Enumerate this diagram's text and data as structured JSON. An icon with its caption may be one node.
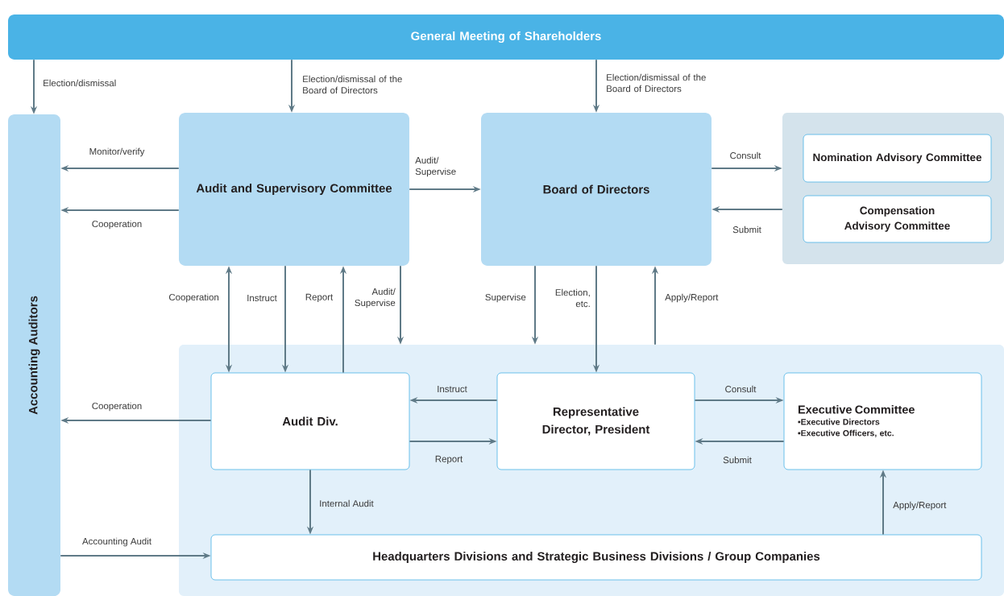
{
  "diagram": {
    "nodes": [
      {
        "text": [
          "General Meeting of Shareholders"
        ]
      },
      {
        "text": [
          "Accounting Auditors"
        ]
      },
      {
        "text": [
          "Audit and Supervisory Committee"
        ]
      },
      {
        "text": [
          "Board of Directors"
        ]
      },
      {
        "text": [],
        "shape": "box"
      },
      {
        "text": [
          "Nomination Advisory Committee"
        ],
        "in": 4
      },
      {
        "text": [
          "Compensation Advisory Committee"
        ],
        "in": 4
      },
      {
        "text": [],
        "shape": "box"
      },
      {
        "text": [
          "Audit Div."
        ],
        "in": 7
      },
      {
        "text": [
          "Representative Director, President"
        ],
        "in": 7
      },
      {
        "text": [
          "Executive Committee",
          "•Executive Directors",
          "•Executive Officers, etc."
        ],
        "in": 7
      },
      {
        "text": [
          "Headquarters Divisions and Strategic Business Divisions / Group Companies"
        ],
        "in": 7
      }
    ],
    "edges": [
      {
        "from": 0,
        "to": 1,
        "arrow": "to",
        "label": "Election/dismissal"
      },
      {
        "from": 0,
        "to": 2,
        "arrow": "to",
        "label": "Election/dismissal of the Board of Directors"
      },
      {
        "from": 0,
        "to": 3,
        "arrow": "to",
        "label": "Election/dismissal of the Board of Directors"
      },
      {
        "from": 2,
        "to": 1,
        "arrow": "to",
        "label": "Monitor/verify"
      },
      {
        "from": 2,
        "to": 1,
        "arrow": "to",
        "label": "Cooperation"
      },
      {
        "from": 2,
        "to": 3,
        "arrow": "to",
        "label": "Audit/ Supervise"
      },
      {
        "from": 3,
        "to": 4,
        "arrow": "to",
        "label": "Consult"
      },
      {
        "from": 4,
        "to": 3,
        "arrow": "to",
        "label": "Submit"
      },
      {
        "from": 2,
        "to": 8,
        "arrow": "both",
        "label": "Cooperation"
      },
      {
        "from": 2,
        "to": 8,
        "arrow": "to",
        "label": "Instruct"
      },
      {
        "from": 8,
        "to": 2,
        "arrow": "to",
        "label": "Report"
      },
      {
        "from": 2,
        "to": 7,
        "arrow": "to",
        "label": "Audit/ Supervise"
      },
      {
        "from": 3,
        "to": 7,
        "arrow": "to",
        "label": "Supervise"
      },
      {
        "from": 3,
        "to": 9,
        "arrow": "to",
        "label": "Election, etc."
      },
      {
        "from": 7,
        "to": 3,
        "arrow": "to",
        "label": "Apply/Report"
      },
      {
        "from": 9,
        "to": 8,
        "arrow": "to",
        "label": "Instruct"
      },
      {
        "from": 8,
        "to": 9,
        "arrow": "to",
        "label": "Report"
      },
      {
        "from": 9,
        "to": 10,
        "arrow": "to",
        "label": "Consult"
      },
      {
        "from": 10,
        "to": 9,
        "arrow": "to",
        "label": "Submit"
      },
      {
        "from": 8,
        "to": 1,
        "arrow": "to",
        "label": "Cooperation"
      },
      {
        "from": 8,
        "to": 11,
        "arrow": "to",
        "label": "Internal Audit"
      },
      {
        "from": 1,
        "to": 11,
        "arrow": "to",
        "label": "Accounting Audit"
      },
      {
        "from": 11,
        "to": 10,
        "arrow": "to",
        "label": "Apply/Report"
      }
    ]
  }
}
